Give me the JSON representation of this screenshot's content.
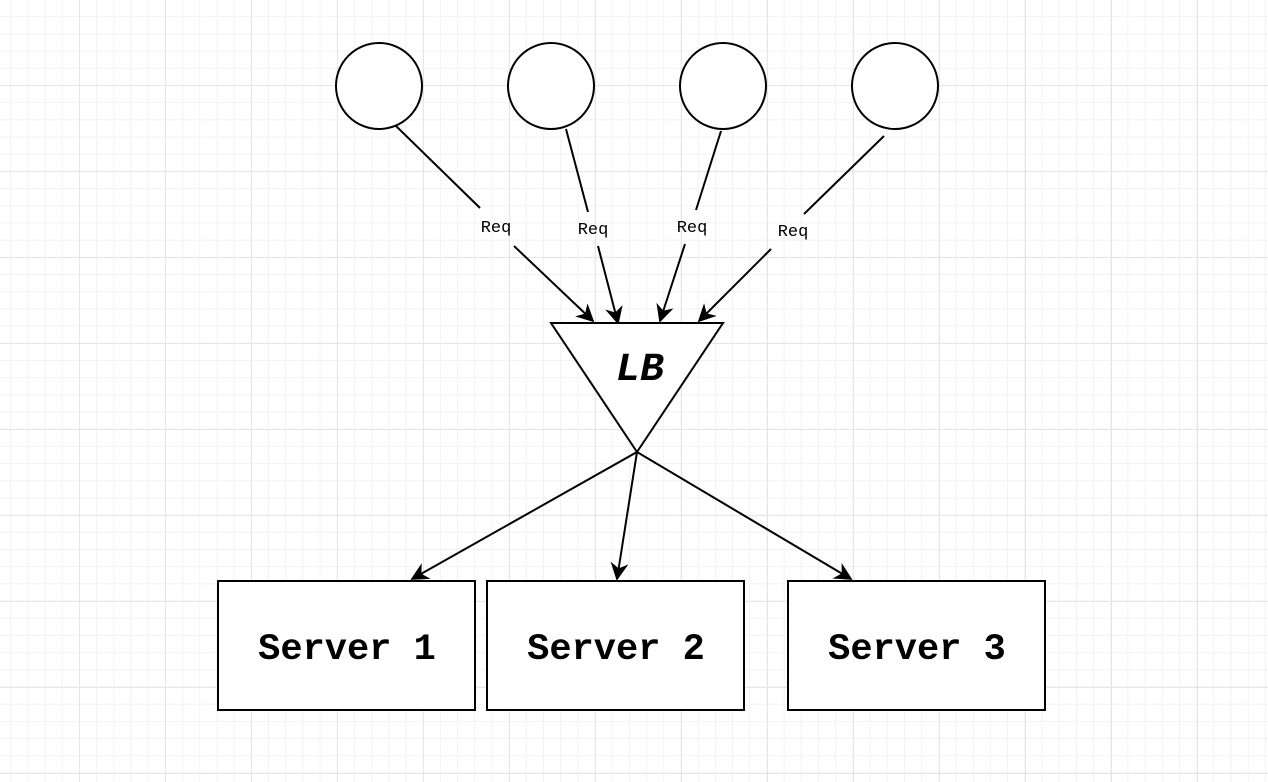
{
  "diagram": {
    "client_edge_label": "Req",
    "load_balancer_label": "LB",
    "servers": [
      "Server 1",
      "Server 2",
      "Server 3"
    ]
  }
}
